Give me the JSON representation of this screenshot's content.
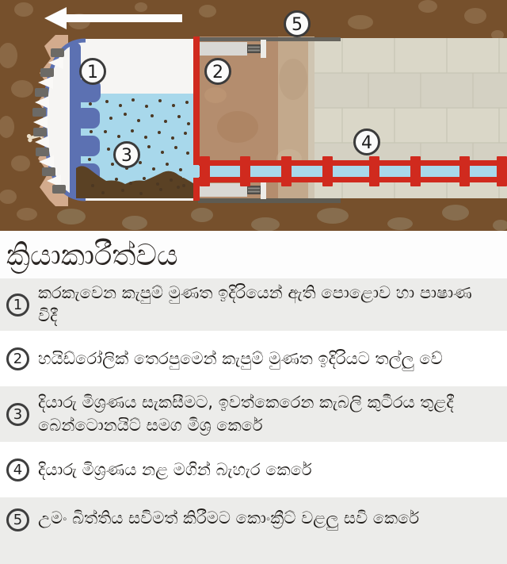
{
  "diagram": {
    "description": "slurry tunnel boring machine cross-section",
    "direction_arrow": "left",
    "label_numbers": [
      "1",
      "2",
      "3",
      "4",
      "5"
    ]
  },
  "section": {
    "title": "ක්‍රියාකාරීත්වය"
  },
  "steps": [
    {
      "num": "1",
      "text": "කරකැවෙන කැපුම් මුණත ඉදිරියෙන් ඇති පොළොව හා පාෂාණ විදී"
    },
    {
      "num": "2",
      "text": "හයිඩ්රෝලික් තෙරපුමෙන් කැපුම් මුණත ඉදිරියට තල්ලු වේ"
    },
    {
      "num": "3",
      "text": "දියාරු මිශ්‍රණය සැකසීමට, ඉවත්කෙරෙන කැබලි කුටීරය තුළදී බෙන්ටොනයිට් සමග මිශ්‍ර කෙරේ"
    },
    {
      "num": "4",
      "text": "දියාරු මිශ්‍රණය නළ මගින් බැහැර කෙරේ"
    },
    {
      "num": "5",
      "text": "උමං බිත්තිය සවිමත් කිරීමට කොංක්‍රීට් වළලු සවි කෙරේ"
    }
  ],
  "colors": {
    "earth_brown": "#76502C",
    "rock_light": "#8D6B48",
    "excavated_face_tan": "#D3AB8D",
    "unlined_tunnel_tan": "#B48D6E",
    "lining_beige": "#DAD7C8",
    "cutter_blue": "#5C71B2",
    "slurry_blue": "#A8D8EB",
    "bulkhead_red": "#D02A1E",
    "muck_dark_brown": "#5A4124",
    "shield_white": "#F6F5F3",
    "row_alt_gray": "#ECECEA",
    "text_dark": "#1E1B18"
  }
}
